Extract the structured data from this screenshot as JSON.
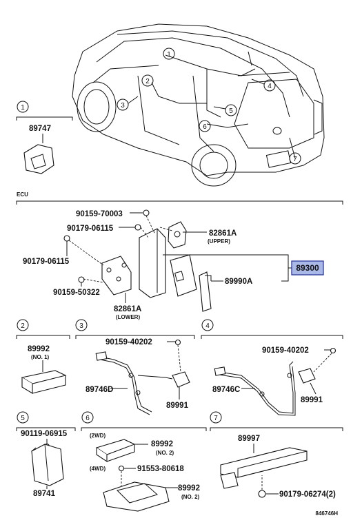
{
  "section_label": "ECU",
  "drawing_code": "846746H",
  "callouts": [
    "1",
    "2",
    "3",
    "4",
    "5",
    "6",
    "7"
  ],
  "parts": {
    "p89747": "89747",
    "p90159_70003": "90159-70003",
    "p90179_06115_a": "90179-06115",
    "p90179_06115_b": "90179-06115",
    "p90159_50322": "90159-50322",
    "p82861A_upper": "82861A",
    "upper_note": "(UPPER)",
    "p82861A_lower": "82861A",
    "lower_note": "(LOWER)",
    "p89300": "89300",
    "p89990A": "89990A",
    "p89992_no1": "89992",
    "no1_note": "(NO. 1)",
    "p90159_40202_a": "90159-40202",
    "p89746D": "89746D",
    "p89991_a": "89991",
    "p90159_40202_b": "90159-40202",
    "p89746C": "89746C",
    "p89991_b": "89991",
    "p90119_06915": "90119-06915",
    "p89741": "89741",
    "note_2wd": "(2WD)",
    "p89992_no2_a": "89992",
    "no2_note_a": "(NO. 2)",
    "note_4wd": "(4WD)",
    "p91553_80618": "91553-80618",
    "p89992_no2_b": "89992",
    "no2_note_b": "(NO. 2)",
    "p89997": "89997",
    "p90179_06274": "90179-06274(2)"
  },
  "colors": {
    "highlight": "#aab8e8",
    "highlight_border": "#2b3a9a",
    "ink": "#111111"
  }
}
